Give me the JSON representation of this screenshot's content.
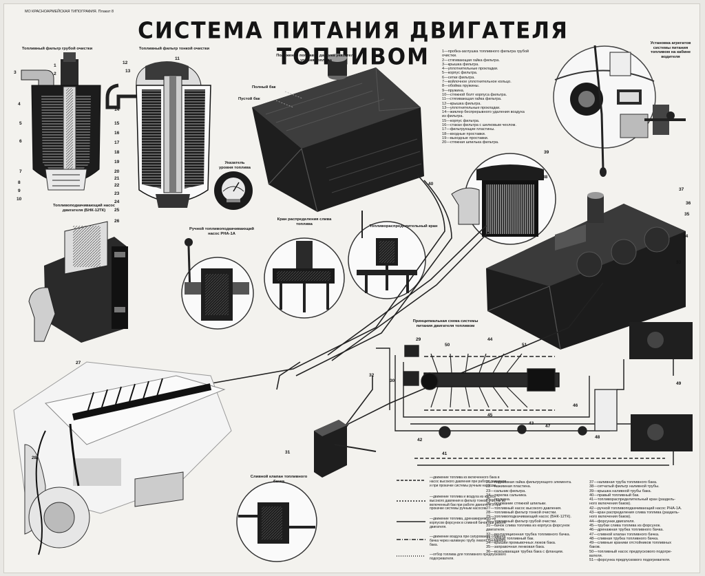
{
  "header_small": "МО КРАСНОАРМЕЙСКАЯ ТИПОГРАФИЯ. Плакат 8",
  "title": "СИСТЕМА ПИТАНИЯ ДВИГАТЕЛЯ ТОПЛИВОМ",
  "captions": {
    "coarse_filter": "Топливный фильтр грубой очистки",
    "fine_filter": "Топливный фильтр тонкой очистки",
    "gauge_position": "Положение поплавка датчика указателя уровня топлива",
    "full_tank": "Полный бак",
    "empty_tank": "Пустой бак",
    "cabin_unit": "Установка агрегатов системы питания топливом на кабине водителя",
    "level_indicator": "Указатель уровня топлива",
    "pump_bnk": "Топливоподкачивающий насос двигателя (БНК-12ТК)",
    "hand_pump": "Ручной топливоподкачивающий насос РНА-1А",
    "drain_valve": "Кран распределения слива топлива",
    "distributor_valve": "Топливораспределительный кран",
    "schematic": "Принципиальная схема системы питания двигателя топливом",
    "tank_valve": "Сливной клапан топливного бачка"
  },
  "parts_list_1": [
    "1—пробка-заглушка топливного фильтра грубой",
    "   очистки.",
    "2—стягивающая гайка фильтра.",
    "3—крышка фильтра.",
    "4—уплотнительные прокладки.",
    "5—корпус фильтра.",
    "6—сетки фильтра.",
    "7—войлочное уплотнительное кольцо.",
    "8—обойма пружины.",
    "9—пружина.",
    "10—стяжной болт корпуса фильтра.",
    "11—стягивающая гайка фильтра.",
    "12—крышка фильтра.",
    "13—уплотнительные прокладки.",
    "14—жиклер беспрерывного удаления воздуха",
    "   из фильтра.",
    "15—корпус фильтра.",
    "16—стакан фильтра с шелковым чехлом.",
    "17—фильтрующие пластины.",
    "18—входные проставки.",
    "19—выходные проставки.",
    "20—стяжная шпилька фильтра."
  ],
  "parts_list_2": [
    "21—поджимная гайка фильтрующего элемента.",
    "22—нажимная пластина.",
    "23—сальник фильтра.",
    "24—тарелка сальника.",
    "25—пружина.",
    "26—основание стяжной шпильки.",
    "27—топливный насос высокого давления.",
    "28—топливный фильтр тонкой очистки.",
    "29—топливоподкачивающий насос (БНК-12ТК).",
    "30—топливный фильтр грубой очистки.",
    "31—бачок слива топлива из корпуса форсунок",
    "   двигателя.",
    "32—вентиляционная трубка топливного бачка.",
    "33—левый топливный бак.",
    "34—крышки промывочных люков бака.",
    "35—заправочная ленковая бака.",
    "36—всасывающая трубка бака с фланцем."
  ],
  "parts_list_3": [
    "37—наливная труба топливного бака.",
    "38—сетчатый фильтр наливной трубы.",
    "39—крышка наливной трубы бака.",
    "40—правый топливный бак.",
    "41—топливораспределительный кран (раздель-",
    "   ного включения баков).",
    "42—ручной топливоподкачивающий насос РНА-1А.",
    "43—кран распределения слива топлива (раздель-",
    "   ного включения баков).",
    "44—форсунки двигателя.",
    "45—трубки слива топлива из форсунок.",
    "46—дренажная трубка топливного бачка.",
    "47—сливной клапан топливного бачка.",
    "48—сливная трубка топливного бачка.",
    "49—сливные краники отстойников топливных",
    "   баков.",
    "50—топливный насос предпускового подогре-",
    "   вателя.",
    "51—форсунка предпускового подогревателя."
  ],
  "legend": [
    "—движение топлива из включенного бака в насос высокого давления при работе двигателя и при прокачке системы ручным насосом.",
    "—движение топлива и воздуха из насоса высокого давления в фильтр тонкой очистки во включенный бак при работе двигателя и при прокачке системы ручным насосом.",
    "—движение топлива, дренажируемого из корпусов форсунок в сливной бачок при работе двигателя.",
    "—движение воздуха при сапуровании сливного бачка через наливную трубу левого топливного бака.",
    "—отбор топлива для топливного предпускового подогревателя."
  ],
  "callouts": [
    "1",
    "2",
    "3",
    "4",
    "5",
    "6",
    "7",
    "8",
    "9",
    "10",
    "11",
    "12",
    "13",
    "14",
    "15",
    "16",
    "17",
    "18",
    "19",
    "20",
    "21",
    "22",
    "23",
    "24",
    "25",
    "26",
    "27",
    "28",
    "29",
    "30",
    "31",
    "32",
    "33",
    "34",
    "35",
    "36",
    "37",
    "38",
    "39",
    "40",
    "41",
    "42",
    "43",
    "44",
    "45",
    "46",
    "47",
    "48",
    "49",
    "50",
    "51"
  ],
  "colors": {
    "paper": "#f3f2ee",
    "ink": "#141414",
    "tank": "#1c1c1c"
  }
}
